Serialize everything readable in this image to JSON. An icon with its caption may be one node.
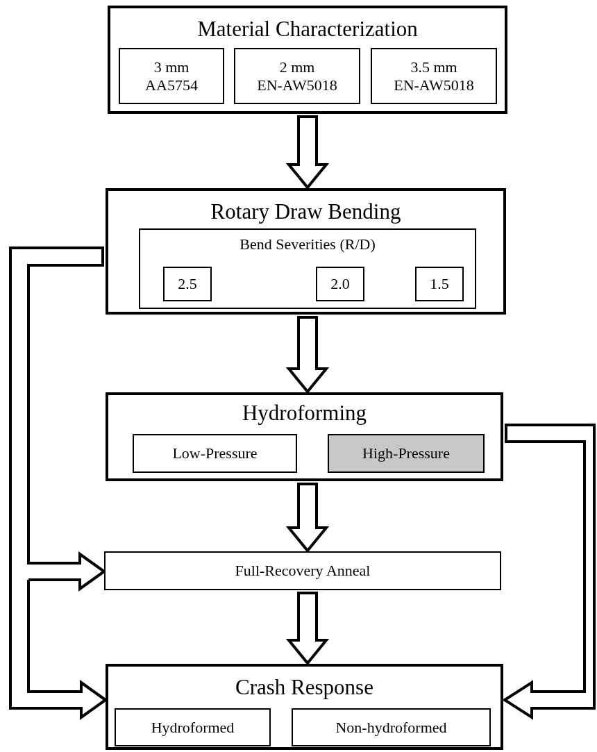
{
  "diagram": {
    "nodes": [
      {
        "text": [
          "Material Characterization"
        ]
      },
      {
        "text": [
          "3 mm AA5754"
        ],
        "in": 0
      },
      {
        "text": [
          "2 mm EN-AW5018"
        ],
        "in": 0
      },
      {
        "text": [
          "3.5 mm EN-AW5018"
        ],
        "in": 0
      },
      {
        "text": [
          "Rotary Draw Bending"
        ]
      },
      {
        "text": [
          "Bend Severities (R/D)"
        ],
        "in": 4
      },
      {
        "text": [
          "2.5"
        ],
        "in": 5
      },
      {
        "text": [
          "2.0"
        ],
        "in": 5
      },
      {
        "text": [
          "1.5"
        ],
        "in": 5
      },
      {
        "text": [
          "Hydroforming"
        ]
      },
      {
        "text": [
          "Low-Pressure"
        ],
        "in": 9
      },
      {
        "text": [
          "High-Pressure"
        ],
        "in": 9
      },
      {
        "text": [
          "Full-Recovery Anneal"
        ]
      },
      {
        "text": [
          "Crash Response"
        ]
      },
      {
        "text": [
          "Hydroformed"
        ],
        "in": 13
      },
      {
        "text": [
          "Non-hydroformed"
        ],
        "in": 13
      }
    ],
    "edges": [
      {
        "from": 0,
        "to": 4,
        "arrow": "to"
      },
      {
        "from": 4,
        "to": 9,
        "arrow": "to"
      },
      {
        "from": 9,
        "to": 12,
        "arrow": "to"
      },
      {
        "from": 12,
        "to": 13,
        "arrow": "to"
      },
      {
        "from": 4,
        "to": 12,
        "arrow": "to"
      },
      {
        "from": 4,
        "to": 13,
        "arrow": "to"
      },
      {
        "from": 9,
        "to": 13,
        "arrow": "to"
      }
    ]
  }
}
